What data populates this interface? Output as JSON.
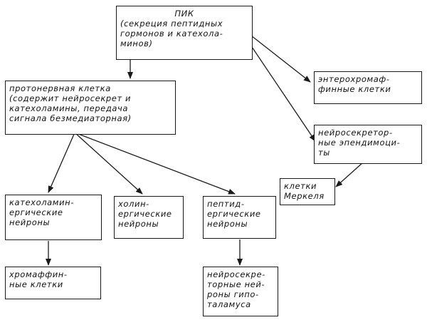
{
  "diagram": {
    "nodes": [
      {
        "id": "pik",
        "lines": [
          "ПИК",
          "(секреция пептидных",
          "гормонов и катехола-",
          "минов)"
        ]
      },
      {
        "id": "protoneural-cell",
        "lines": [
          "протонервная клетка",
          "(содержит нейросекрет и",
          "катехоламины, передача",
          "сигнала безмедиаторная)"
        ]
      },
      {
        "id": "enterochromaffin-cells",
        "lines": [
          "энтерохромаф-",
          "финные клетки"
        ]
      },
      {
        "id": "neurosecretory-ependymocytes",
        "lines": [
          "нейросекретор-",
          "ные эпендимоци-",
          "ты"
        ]
      },
      {
        "id": "merkel-cells",
        "lines": [
          "клетки",
          "Меркеля"
        ]
      },
      {
        "id": "catecholaminergic-neurons",
        "lines": [
          "катехоламин-",
          "ергические",
          "нейроны"
        ]
      },
      {
        "id": "cholinergic-neurons",
        "lines": [
          "холин-",
          "ергические",
          "нейроны"
        ]
      },
      {
        "id": "peptidergic-neurons",
        "lines": [
          "пептид-",
          "ергические",
          "нейроны"
        ]
      },
      {
        "id": "chromaffin-cells",
        "lines": [
          "хромаффин-",
          "ные клетки"
        ]
      },
      {
        "id": "hypothalamic-neurosecretory-neurons",
        "lines": [
          "нейросекре-",
          "торные ней-",
          "роны гипо-",
          "таламуса"
        ]
      }
    ],
    "edges": [
      {
        "from": "pik",
        "to": "protoneural-cell"
      },
      {
        "from": "pik",
        "to": "enterochromaffin-cells"
      },
      {
        "from": "pik",
        "to": "neurosecretory-ependymocytes"
      },
      {
        "from": "neurosecretory-ependymocytes",
        "to": "merkel-cells"
      },
      {
        "from": "protoneural-cell",
        "to": "catecholaminergic-neurons"
      },
      {
        "from": "protoneural-cell",
        "to": "cholinergic-neurons"
      },
      {
        "from": "protoneural-cell",
        "to": "peptidergic-neurons"
      },
      {
        "from": "catecholaminergic-neurons",
        "to": "chromaffin-cells"
      },
      {
        "from": "peptidergic-neurons",
        "to": "hypothalamic-neurosecretory-neurons"
      }
    ]
  }
}
